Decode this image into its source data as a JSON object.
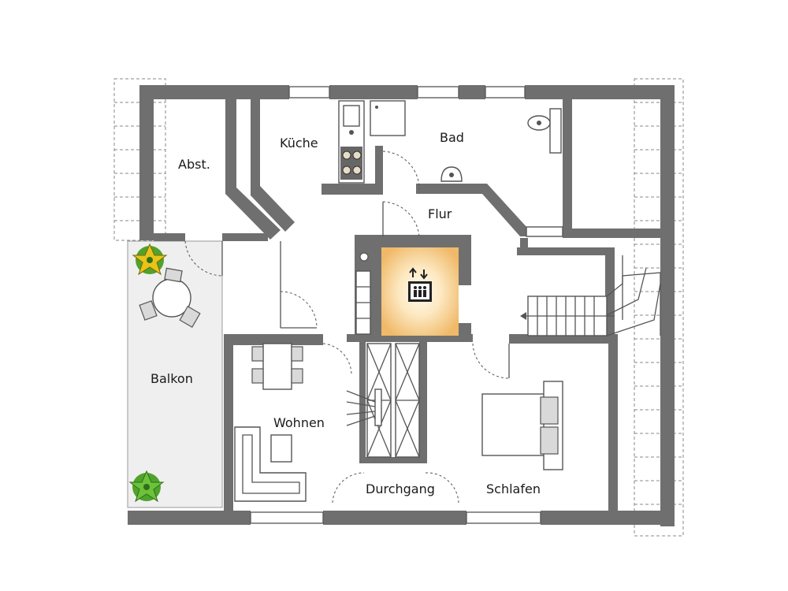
{
  "rooms": {
    "abstellraum": "Abst.",
    "kueche": "Küche",
    "bad": "Bad",
    "flur": "Flur",
    "balkon": "Balkon",
    "wohnen": "Wohnen",
    "durchgang": "Durchgang",
    "schlafen": "Schlafen"
  },
  "colors": {
    "wall": "#6f6f6f",
    "balcony_floor": "#efefef",
    "elevator_glow": "#f5c77a",
    "elevator_core": "#fff6e2",
    "plant_star": "#e8c418",
    "plant_leaf": "#4fa32c"
  },
  "icons": {
    "elevator": "elevator-icon",
    "plant": "plant-icon",
    "stove": "stove-icon",
    "sink": "sink-icon",
    "toilet": "toilet-icon",
    "bed": "bed-icon"
  }
}
